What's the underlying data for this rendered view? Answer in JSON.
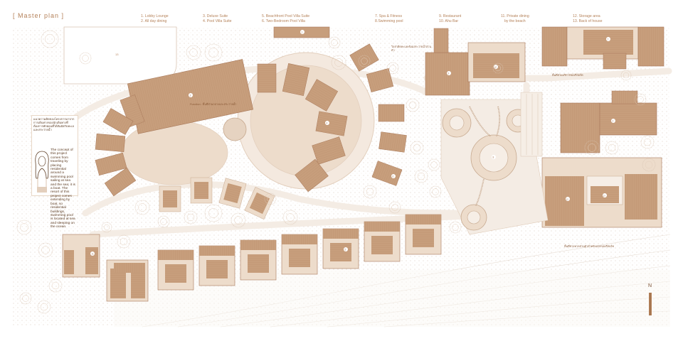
{
  "header": {
    "title": "[ Master plan ]"
  },
  "legend": [
    {
      "items": [
        "1. Lobby Lounge",
        "2. All day dining"
      ]
    },
    {
      "items": [
        "3. Deluxe Suite",
        "4. Pool Villa Suite"
      ]
    },
    {
      "items": [
        "5. Beachfront Pool Villa Suite",
        "6. Two-Bedroom Pool Villa"
      ]
    },
    {
      "items": [
        "7. Spa & Fitness",
        "8.Swimming pool"
      ]
    },
    {
      "items": [
        "9. Restaurant",
        "10. Ahu Bar"
      ]
    },
    {
      "items": [
        "11. Private dining",
        "by the beach"
      ]
    },
    {
      "items": [
        "12. Storage area",
        "13. Back of house"
      ]
    }
  ],
  "intro": {
    "thai": "แนวความคิดของโครงการมาจากการเดินทางของนักเดินทางที่ต้องการพักผ่อนที่ได้สัมผัสกับทะเลและสระว่ายน้ำ",
    "english": "The concept of this project comes from traveling by placing residential around a swimming pool sailing at sea and the sea; it is a boat. The resort of this project comes extending by boat, so residential buildings, swimming pool is located at sea and sleeping on the ocean."
  },
  "notes": {
    "function": "Function : พื้นที่ส่วนกลางและสระว่ายน้ำ",
    "villa_note": "วิลล่าติดทะเลพร้อมสระว่ายน้ำส่วนตัว",
    "service_note": "พื้นที่ส่วนบริการของรีสอร์ท",
    "beach_note": "พื้นที่ชายหาดส่วนตัวสำหรับแขกของรีสอร์ท"
  },
  "plan_labels": {
    "lobby": "1",
    "dining": "2",
    "deluxe": "3",
    "poolvilla": "4",
    "beachfront": "5",
    "twobed": "6",
    "spa": "7",
    "pool": "8",
    "restaurant": "9",
    "bar": "10",
    "private": "11",
    "storage": "12",
    "back": "13"
  },
  "compass": {
    "label": "N"
  },
  "colors": {
    "roof": "#c79e7c",
    "roof_dark": "#a9795a",
    "deck": "#eddccb",
    "path": "#f6eee6",
    "accent": "#b5825a",
    "sea_line": "#e7ddd4"
  }
}
